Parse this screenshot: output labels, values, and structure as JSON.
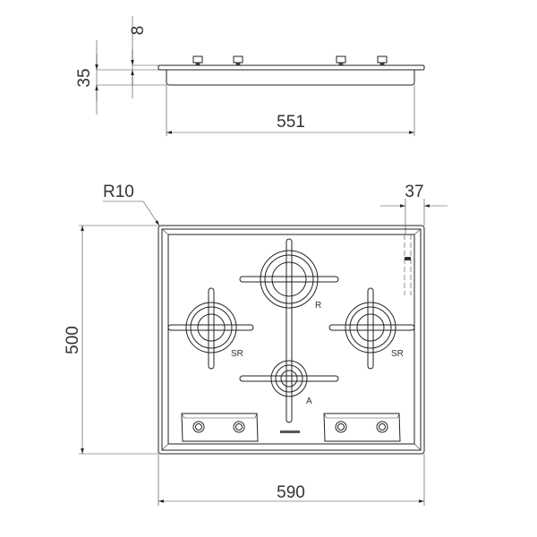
{
  "dimensions": {
    "top_height": "8",
    "side_height": "35",
    "side_width": "551",
    "radius": "R10",
    "side_offset": "37",
    "depth": "500",
    "width": "590"
  },
  "burners": [
    {
      "label": "R"
    },
    {
      "label": "SR"
    },
    {
      "label": "SR"
    },
    {
      "label": "A"
    }
  ],
  "brand_logo": "logo"
}
